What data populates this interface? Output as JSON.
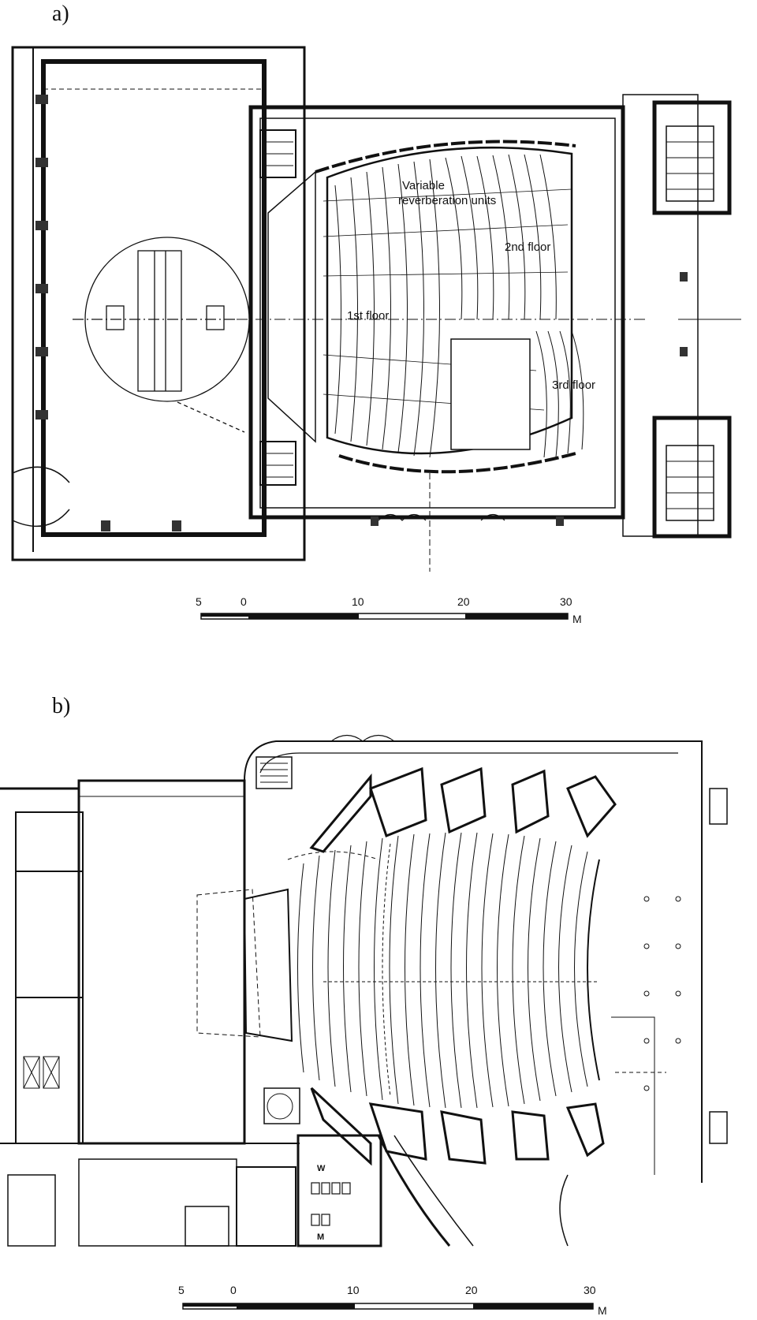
{
  "plan_a": {
    "letter": "a)",
    "labels": {
      "variable_1": "Variable",
      "variable_2": "reverberation units",
      "second_floor": "2nd floor",
      "first_floor": "1st floor",
      "third_floor": "3rd floor"
    },
    "scale": {
      "ticks": [
        "5",
        "0",
        "10",
        "20",
        "30"
      ],
      "unit": "M"
    }
  },
  "plan_b": {
    "letter": "b)",
    "labels": {
      "w": "W",
      "m": "M"
    },
    "scale": {
      "ticks": [
        "5",
        "0",
        "10",
        "20",
        "30"
      ],
      "unit": "M"
    }
  }
}
